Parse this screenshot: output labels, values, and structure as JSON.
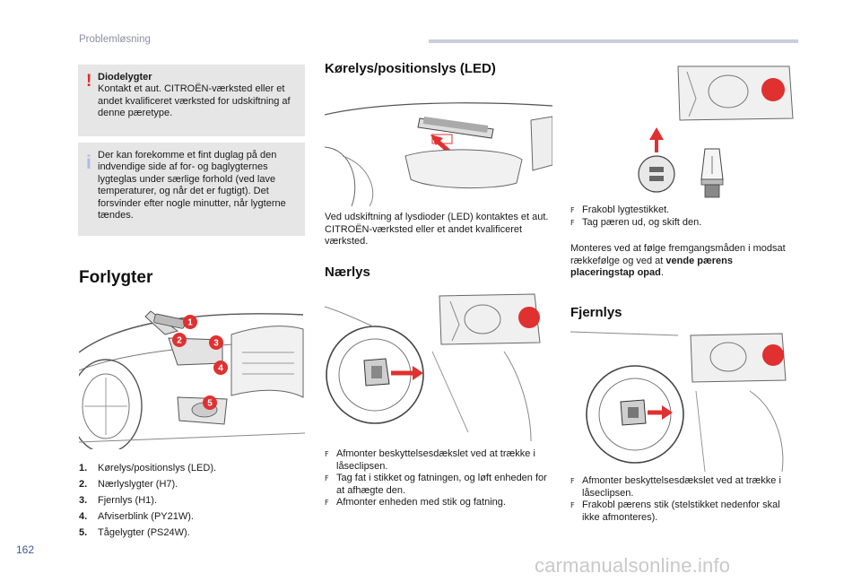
{
  "header": {
    "section": "Problemløsning"
  },
  "page_number": "162",
  "watermark": "carmanualsonline.info",
  "warning_notice": {
    "icon": "exclamation-icon",
    "title": "Diodelygter",
    "text": "Kontakt et aut. CITROËN-værksted eller et andet kvalificeret værksted for udskiftning af denne pæretype."
  },
  "info_notice": {
    "icon": "info-icon",
    "text": "Der kan forekomme et fint duglag på den indvendige side af for- og baglygternes lygteglas under særlige forhold (ved lave temperaturer, og når det er fugtigt). Det forsvinder efter nogle minutter, når lygterne tændes."
  },
  "forlygter": {
    "title": "Forlygter",
    "badges": [
      "1",
      "2",
      "3",
      "4",
      "5"
    ],
    "list": [
      {
        "num": "1.",
        "text": "Kørelys/positionslys (LED)."
      },
      {
        "num": "2.",
        "text": "Nærlyslygter (H7)."
      },
      {
        "num": "3.",
        "text": "Fjernlys (H1)."
      },
      {
        "num": "4.",
        "text": "Afviserblink (PY21W)."
      },
      {
        "num": "5.",
        "text": "Tågelygter (PS24W)."
      }
    ]
  },
  "korelys": {
    "title": "Kørelys/positionslys (LED)",
    "text": "Ved udskiftning af lysdioder (LED) kontaktes et aut. CITROËN-værksted eller et andet kvalificeret værksted."
  },
  "naerlys": {
    "title": "Nærlys",
    "steps": [
      "Afmonter beskyttelsesdækslet ved at trække i låseclipsen.",
      "Tag fat i stikket og fatningen, og løft enheden for at afhægte den.",
      "Afmonter enheden med stik og fatning."
    ]
  },
  "naerlys_cont": {
    "steps": [
      "Frakobl lygtestikket.",
      "Tag pæren ud, og skift den."
    ],
    "mount_text_prefix": "Monteres ved at følge fremgangsmåden i modsat rækkefølge og ved at ",
    "mount_text_bold": "vende pærens placeringstap opad",
    "mount_text_suffix": "."
  },
  "fjernlys": {
    "title": "Fjernlys",
    "steps": [
      "Afmonter beskyttelsesdækslet ved at trække i låseclipsen.",
      "Frakobl pærens stik (stelstikket nedenfor skal ikke afmonteres)."
    ]
  },
  "step_icon": "F",
  "colors": {
    "accent_red": "#e03030",
    "header_text": "#8a8fa3",
    "page_number": "#3d5b95",
    "notice_bg": "#e6e6e6",
    "info_blue": "#a7bde8"
  }
}
